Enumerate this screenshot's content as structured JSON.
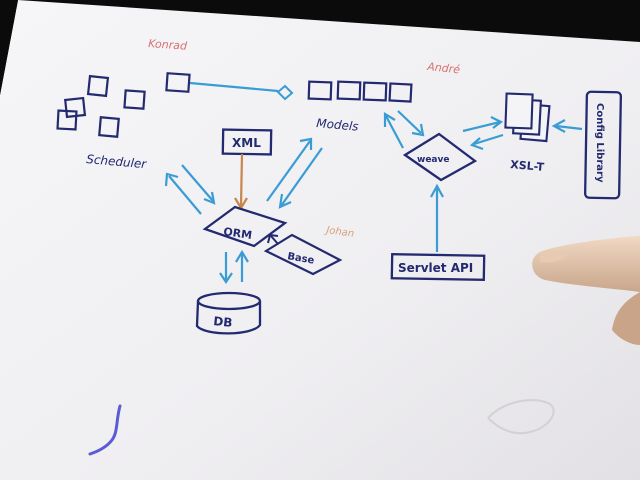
{
  "sketch": {
    "annotations": {
      "konrad": "Konrad",
      "andre": "André",
      "johan": "Johan"
    },
    "labels": {
      "scheduler": "Scheduler",
      "models": "Models",
      "xml": "XML",
      "orm": "ORM",
      "base": "Base",
      "db": "DB",
      "weave": "weave",
      "xsl_t": "XSL-T",
      "servlet_api": "Servlet API",
      "side_box": "Config Library"
    },
    "colors": {
      "pen_dark": "#232a70",
      "pen_blue": "#3a9cd4",
      "pen_orange": "#c7864c",
      "pen_red": "#d77070",
      "paper": "#f4f3f5",
      "background": "#0b0b0b"
    }
  }
}
